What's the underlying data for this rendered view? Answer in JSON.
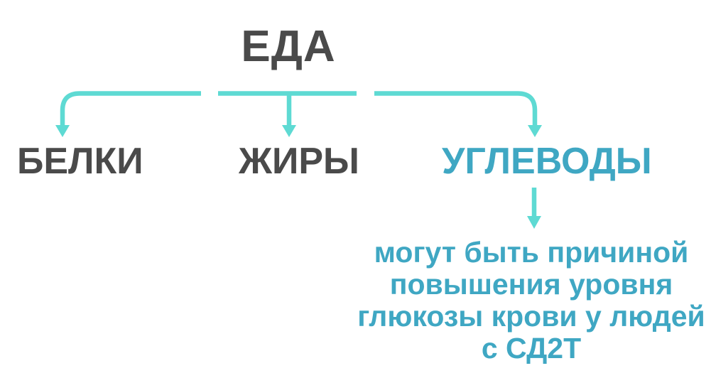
{
  "diagram": {
    "title": "ЕДА",
    "branches": [
      {
        "id": "proteins",
        "label": "БЕЛКИ"
      },
      {
        "id": "fats",
        "label": "ЖИРЫ"
      },
      {
        "id": "carbs",
        "label": "УГЛЕВОДЫ"
      }
    ],
    "note": {
      "lines": [
        "могут быть причиной",
        "повышения уровня",
        "глюкозы крови у людей",
        "с СД2Т"
      ]
    },
    "icons": [
      "arrow-down-icon"
    ],
    "colors": {
      "text_dark": "#4A4A4A",
      "accent_teal": "#3FA7C3",
      "arrow_cyan": "#5EDAD3",
      "background": "#FFFFFF"
    }
  }
}
